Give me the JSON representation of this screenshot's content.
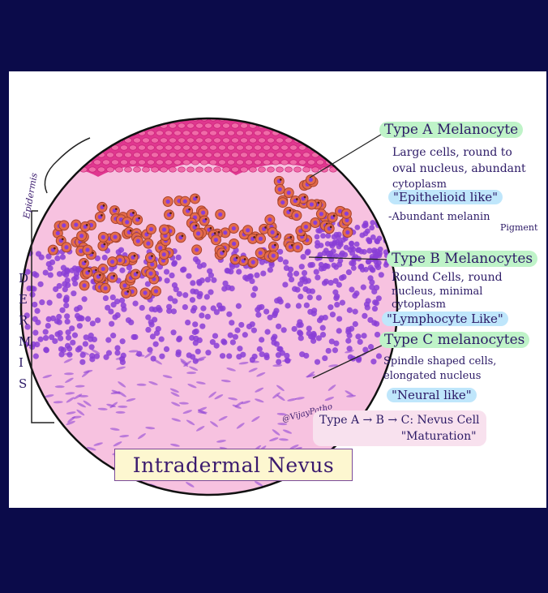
{
  "diagram": {
    "title": "Intradermal Nevus",
    "signature": "@VijayPatho",
    "side_labels": {
      "epidermis": "Epidermis",
      "dermis": "DERMIS"
    },
    "type_a": {
      "heading": "Type A Melanocyte",
      "line1": "Large cells, round to",
      "line2": "oval nucleus, abundant",
      "line3": "cytoplasm",
      "highlight": "\"Epithelioid like\"",
      "line4": "-Abundant melanin",
      "line5": "Pigment"
    },
    "type_b": {
      "heading": "Type B Melanocytes",
      "line1": "Round Cells, round",
      "line2": "nucleus, minimal",
      "line3": "cytoplasm",
      "highlight": "\"Lymphocyte Like\""
    },
    "type_c": {
      "heading": "Type C melanocytes",
      "line1": "Spindle shaped cells,",
      "line2": "elongated nucleus",
      "highlight": "\"Neural like\""
    },
    "maturation": {
      "line1": "Type A → B → C: Nevus Cell",
      "line2": "\"Maturation\""
    },
    "colors": {
      "background": "#0b0b4a",
      "epidermis": "#e0378f",
      "dermis": "#f7b8dc",
      "nuclei": "#8a3ed6",
      "melanin": "#a8432a",
      "ink": "#2c1a66"
    }
  }
}
